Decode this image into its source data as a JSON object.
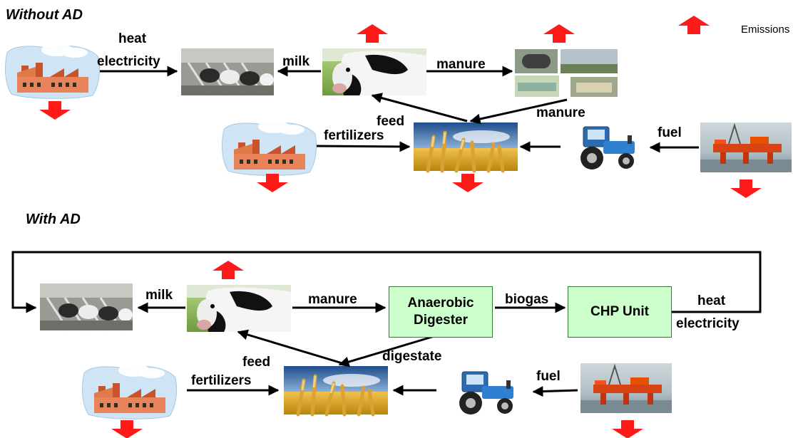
{
  "sections": {
    "without_title": "Without AD",
    "with_title": "With AD"
  },
  "legend": {
    "label": "Emissions"
  },
  "without": {
    "heat": "heat",
    "electricity": "electricity",
    "milk": "milk",
    "manure_top": "manure",
    "manure_return": "manure",
    "feed": "feed",
    "fertilizers": "fertilizers",
    "fuel": "fuel"
  },
  "with": {
    "milk": "milk",
    "manure": "manure",
    "digester_line1": "Anaerobic",
    "digester_line2": "Digester",
    "biogas": "biogas",
    "chp": "CHP Unit",
    "heat": "heat",
    "electricity": "electricity",
    "feed": "feed",
    "digestate": "digestate",
    "fertilizers": "fertilizers",
    "fuel": "fuel"
  },
  "colors": {
    "emission_arrow": "#ff1a1a",
    "box_fill": "#ccffcc",
    "box_border": "#2e7d32"
  },
  "icons": [
    "factory-icon",
    "milking-parlor-photo",
    "cow-photo",
    "manure-storage-photos",
    "wheat-field-photo",
    "tractor-icon",
    "oil-rig-photo",
    "emission-arrow-icon"
  ]
}
